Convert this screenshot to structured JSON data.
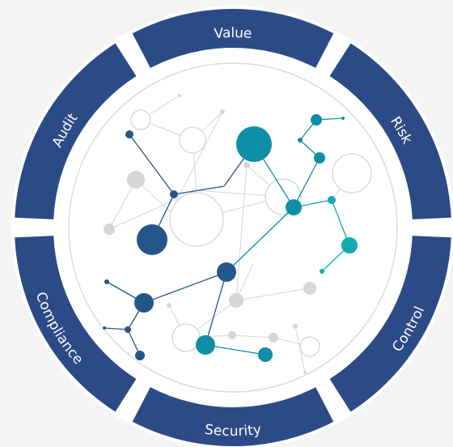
{
  "ring": {
    "segments": [
      {
        "id": "value",
        "label": "Value"
      },
      {
        "id": "risk",
        "label": "Risk"
      },
      {
        "id": "control",
        "label": "Control"
      },
      {
        "id": "security",
        "label": "Security"
      },
      {
        "id": "compliance",
        "label": "Compliance"
      },
      {
        "id": "audit",
        "label": "Audit"
      }
    ]
  },
  "colors": {
    "ring": "#2c4a86",
    "ring_outline": "#ffffff",
    "inner_disc": "#ffffff",
    "inner_border": "#dcdcdc",
    "background": "#f4f4f4",
    "network_dark": "#25568a",
    "network_teal": "#0e8ea6",
    "network_cyan": "#12a9b2",
    "network_faint": "#d6d6d6"
  }
}
